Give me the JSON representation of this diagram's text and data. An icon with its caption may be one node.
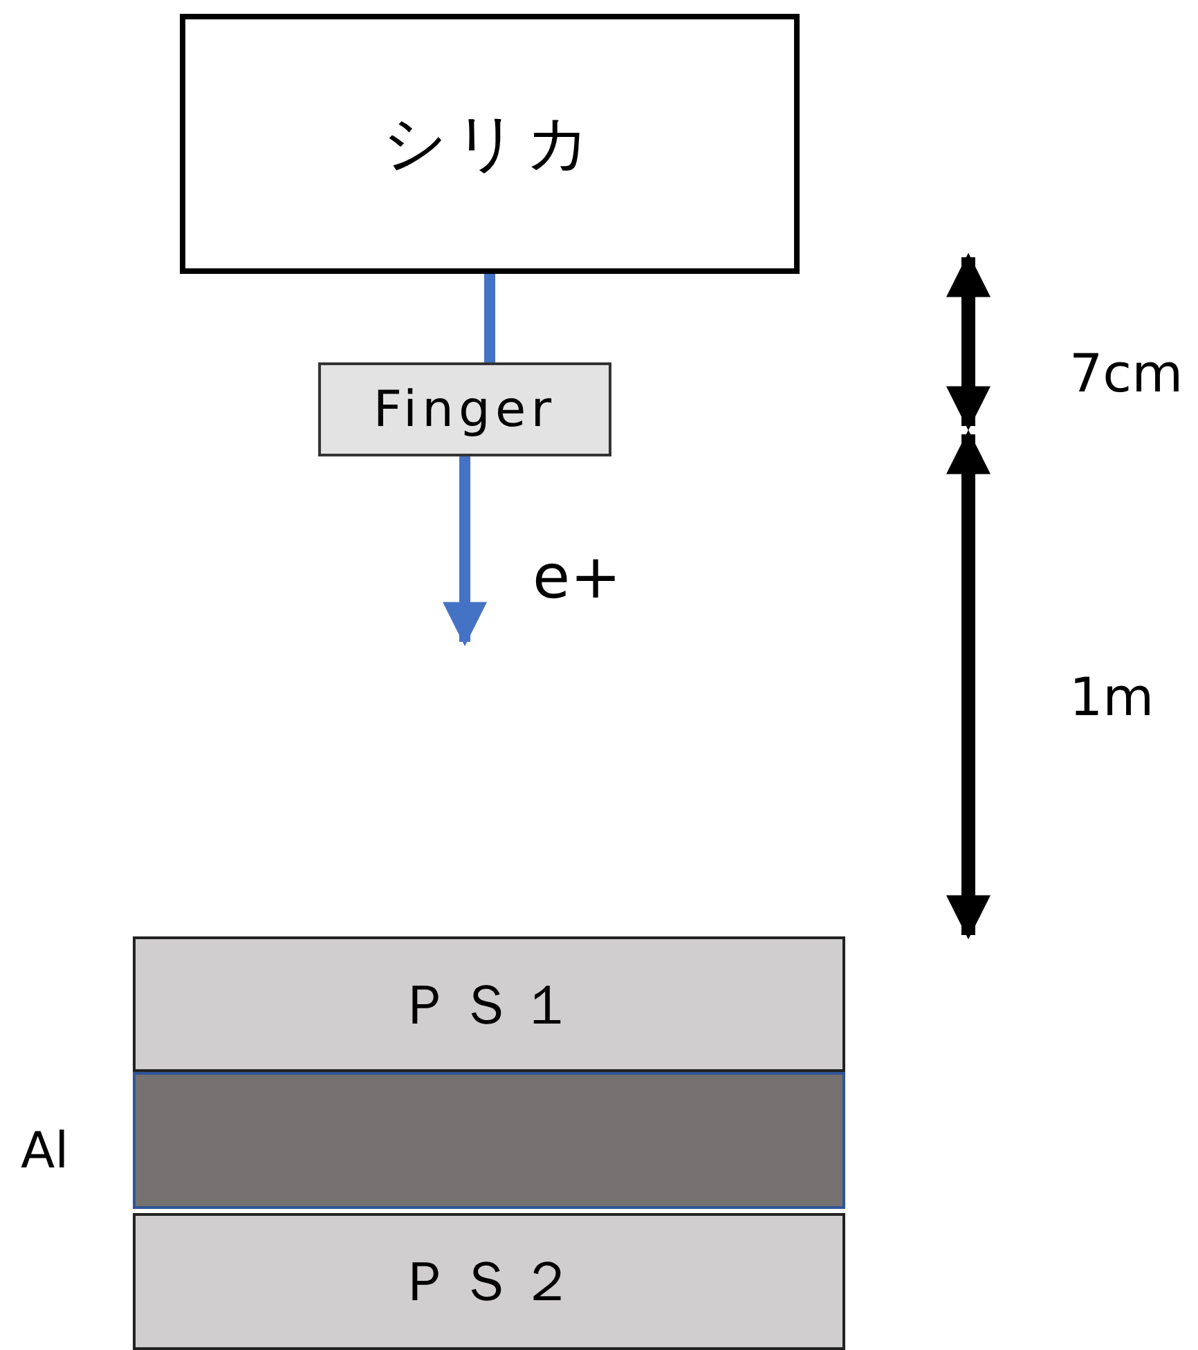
{
  "diagram": {
    "nodes": [
      {
        "text": [
          "シリカ"
        ]
      },
      {
        "text": [
          "Finger"
        ]
      },
      {
        "text": [
          "ＰＳ１"
        ]
      },
      {
        "text": [],
        "shape": "box",
        "beside": [
          "Al"
        ]
      },
      {
        "text": [
          "ＰＳ２"
        ]
      }
    ],
    "edges": [
      {
        "from": 0,
        "to": 1,
        "arrow": "none"
      },
      {
        "from": 1,
        "to": null,
        "arrow": "to",
        "label": "e+"
      }
    ],
    "labels": [
      "7cm",
      "1m"
    ]
  }
}
